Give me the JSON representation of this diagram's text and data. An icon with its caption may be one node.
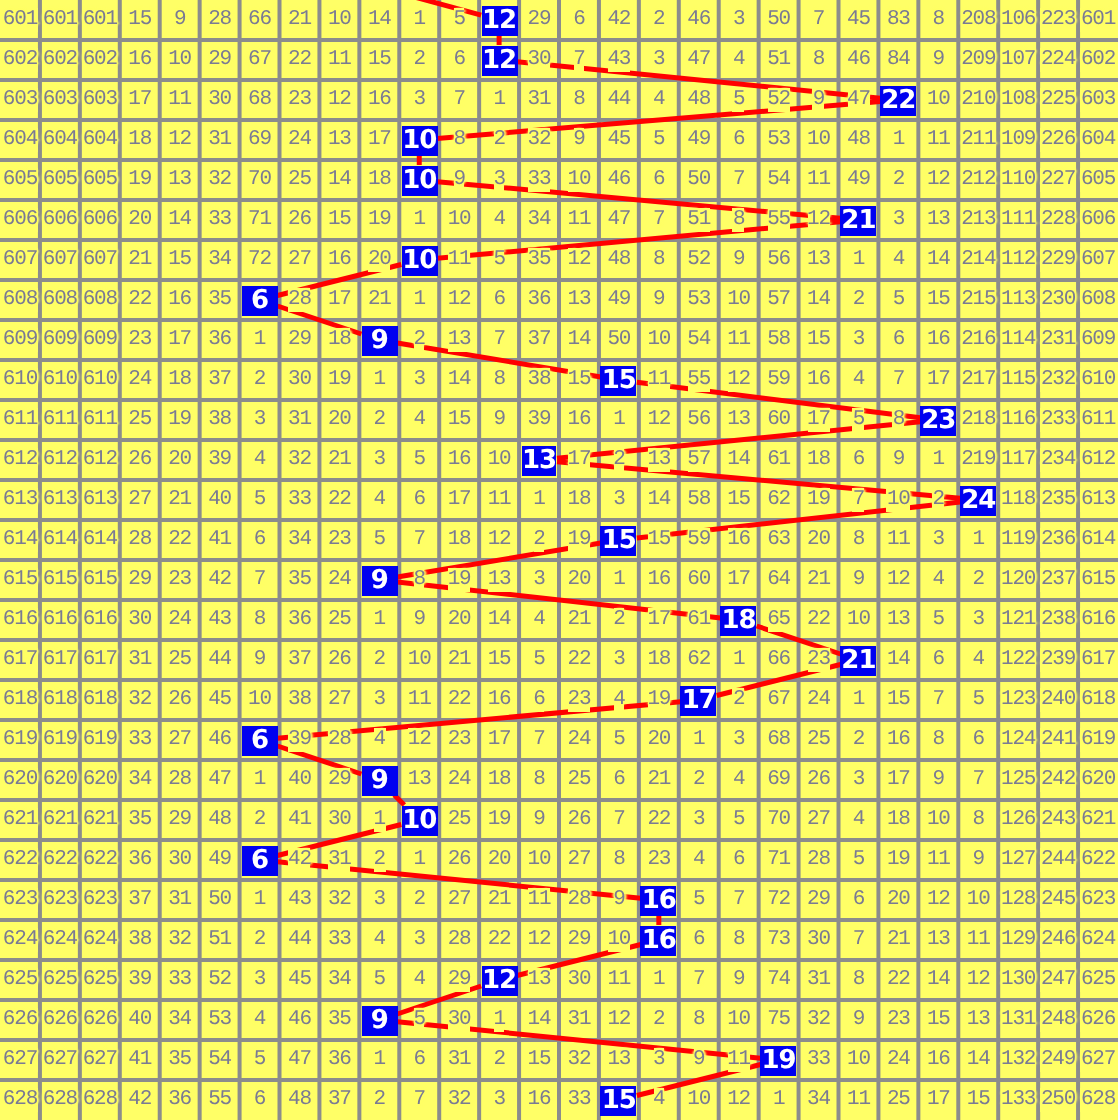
{
  "diagram": {
    "nodes": [
      {
        "text": [
          "12"
        ]
      },
      {
        "text": [
          "12"
        ]
      },
      {
        "text": [
          "22"
        ]
      },
      {
        "text": [
          "10"
        ]
      },
      {
        "text": [
          "10"
        ]
      },
      {
        "text": [
          "21"
        ]
      },
      {
        "text": [
          "10"
        ]
      },
      {
        "text": [
          "6"
        ]
      },
      {
        "text": [
          "9"
        ]
      },
      {
        "text": [
          "15"
        ]
      },
      {
        "text": [
          "23"
        ]
      },
      {
        "text": [
          "13"
        ]
      },
      {
        "text": [
          "24"
        ]
      },
      {
        "text": [
          "15"
        ]
      },
      {
        "text": [
          "9"
        ]
      },
      {
        "text": [
          "18"
        ]
      },
      {
        "text": [
          "21"
        ]
      },
      {
        "text": [
          "17"
        ]
      },
      {
        "text": [
          "6"
        ]
      },
      {
        "text": [
          "9"
        ]
      },
      {
        "text": [
          "10"
        ]
      },
      {
        "text": [
          "6"
        ]
      },
      {
        "text": [
          "16"
        ]
      },
      {
        "text": [
          "16"
        ]
      },
      {
        "text": [
          "12"
        ]
      },
      {
        "text": [
          "9"
        ]
      },
      {
        "text": [
          "19"
        ]
      },
      {
        "text": [
          "15"
        ]
      }
    ],
    "edges": [
      {
        "from": null,
        "to": 0,
        "arrow": "none"
      },
      {
        "from": 0,
        "to": 1,
        "arrow": "none"
      },
      {
        "from": 1,
        "to": 2,
        "arrow": "none"
      },
      {
        "from": 2,
        "to": 3,
        "arrow": "none"
      },
      {
        "from": 3,
        "to": 4,
        "arrow": "none"
      },
      {
        "from": 4,
        "to": 5,
        "arrow": "none"
      },
      {
        "from": 5,
        "to": 6,
        "arrow": "none"
      },
      {
        "from": 6,
        "to": 7,
        "arrow": "none"
      },
      {
        "from": 7,
        "to": 8,
        "arrow": "none"
      },
      {
        "from": 8,
        "to": 9,
        "arrow": "none"
      },
      {
        "from": 9,
        "to": 10,
        "arrow": "none"
      },
      {
        "from": 10,
        "to": 11,
        "arrow": "none"
      },
      {
        "from": 11,
        "to": 12,
        "arrow": "none"
      },
      {
        "from": 12,
        "to": 13,
        "arrow": "none"
      },
      {
        "from": 13,
        "to": 14,
        "arrow": "none"
      },
      {
        "from": 14,
        "to": 15,
        "arrow": "none"
      },
      {
        "from": 15,
        "to": 16,
        "arrow": "none"
      },
      {
        "from": 16,
        "to": 17,
        "arrow": "none"
      },
      {
        "from": 17,
        "to": 18,
        "arrow": "none"
      },
      {
        "from": 18,
        "to": 19,
        "arrow": "none"
      },
      {
        "from": 19,
        "to": 20,
        "arrow": "none"
      },
      {
        "from": 20,
        "to": 21,
        "arrow": "none"
      },
      {
        "from": 21,
        "to": 22,
        "arrow": "none"
      },
      {
        "from": 22,
        "to": 23,
        "arrow": "none"
      },
      {
        "from": 23,
        "to": 24,
        "arrow": "none"
      },
      {
        "from": 24,
        "to": 25,
        "arrow": "none"
      },
      {
        "from": 25,
        "to": 26,
        "arrow": "none"
      },
      {
        "from": 26,
        "to": 27,
        "arrow": "none"
      }
    ],
    "labels": [
      "601",
      "601",
      "601",
      "15",
      "9",
      "28",
      "66",
      "21",
      "10",
      "14",
      "1",
      "5",
      "29",
      "6",
      "42",
      "2",
      "46",
      "3",
      "50",
      "7",
      "45",
      "83",
      "8",
      "208",
      "106",
      "223",
      "601",
      "602",
      "602",
      "602",
      "16",
      "10",
      "29",
      "67",
      "22",
      "11",
      "15",
      "2",
      "6",
      "30",
      "7",
      "43",
      "3",
      "47",
      "4",
      "51",
      "8",
      "46",
      "84",
      "9",
      "209",
      "107",
      "224",
      "602",
      "603",
      "603",
      "603",
      "17",
      "11",
      "30",
      "68",
      "23",
      "12",
      "16",
      "3",
      "7",
      "1",
      "31",
      "8",
      "44",
      "4",
      "48",
      "5",
      "52",
      "9",
      "47",
      "10",
      "210",
      "108",
      "225",
      "603",
      "604",
      "604",
      "604",
      "18",
      "12",
      "31",
      "69",
      "24",
      "13",
      "17",
      "8",
      "2",
      "32",
      "9",
      "45",
      "5",
      "49",
      "6",
      "53",
      "10",
      "48",
      "1",
      "11",
      "211",
      "109",
      "226",
      "604",
      "605",
      "605",
      "605",
      "19",
      "13",
      "32",
      "70",
      "25",
      "14",
      "18",
      "9",
      "3",
      "33",
      "10",
      "46",
      "6",
      "50",
      "7",
      "54",
      "11",
      "49",
      "2",
      "12",
      "212",
      "110",
      "227",
      "605",
      "606",
      "606",
      "606",
      "20",
      "14",
      "33",
      "71",
      "26",
      "15",
      "19",
      "1",
      "10",
      "4",
      "34",
      "11",
      "47",
      "7",
      "51",
      "8",
      "55",
      "12",
      "3",
      "13",
      "213",
      "111",
      "228",
      "606",
      "607",
      "607",
      "607",
      "21",
      "15",
      "34",
      "72",
      "27",
      "16",
      "20",
      "11",
      "5",
      "35",
      "12",
      "48",
      "8",
      "52",
      "9",
      "56",
      "13",
      "1",
      "4",
      "14",
      "214",
      "112",
      "229",
      "607",
      "608",
      "608",
      "608",
      "22",
      "16",
      "35",
      "28",
      "17",
      "21",
      "1",
      "12",
      "6",
      "36",
      "13",
      "49",
      "9",
      "53",
      "10",
      "57",
      "14",
      "2",
      "5",
      "15",
      "215",
      "113",
      "230",
      "608",
      "609",
      "609",
      "609",
      "23",
      "17",
      "36",
      "1",
      "29",
      "18",
      "2",
      "13",
      "7",
      "37",
      "14",
      "50",
      "10",
      "54",
      "11",
      "58",
      "15",
      "3",
      "6",
      "16",
      "216",
      "114",
      "231",
      "609",
      "610",
      "610",
      "610",
      "24",
      "18",
      "37",
      "2",
      "30",
      "19",
      "1",
      "3",
      "14",
      "8",
      "38",
      "15",
      "11",
      "55",
      "12",
      "59",
      "16",
      "4",
      "7",
      "17",
      "217",
      "115",
      "232",
      "610",
      "611",
      "611",
      "611",
      "25",
      "19",
      "38",
      "3",
      "31",
      "20",
      "2",
      "4",
      "15",
      "9",
      "39",
      "16",
      "1",
      "12",
      "56",
      "13",
      "60",
      "17",
      "5",
      "8",
      "218",
      "116",
      "233",
      "611",
      "612",
      "612",
      "612",
      "26",
      "20",
      "39",
      "4",
      "32",
      "21",
      "3",
      "5",
      "16",
      "10",
      "17",
      "2",
      "13",
      "57",
      "14",
      "61",
      "18",
      "6",
      "9",
      "1",
      "219",
      "117",
      "234",
      "612",
      "613",
      "613",
      "613",
      "27",
      "21",
      "40",
      "5",
      "33",
      "22",
      "4",
      "6",
      "17",
      "11",
      "1",
      "18",
      "3",
      "14",
      "58",
      "15",
      "62",
      "19",
      "7",
      "10",
      "2",
      "118",
      "235",
      "613",
      "614",
      "614",
      "614",
      "28",
      "22",
      "41",
      "6",
      "34",
      "23",
      "5",
      "7",
      "18",
      "12",
      "2",
      "19",
      "15",
      "59",
      "16",
      "63",
      "20",
      "8",
      "11",
      "3",
      "1",
      "119",
      "236",
      "614",
      "615",
      "615",
      "615",
      "29",
      "23",
      "42",
      "7",
      "35",
      "24",
      "8",
      "19",
      "13",
      "3",
      "20",
      "1",
      "16",
      "60",
      "17",
      "64",
      "21",
      "9",
      "12",
      "4",
      "2",
      "120",
      "237",
      "615",
      "616",
      "616",
      "616",
      "30",
      "24",
      "43",
      "8",
      "36",
      "25",
      "1",
      "9",
      "20",
      "14",
      "4",
      "21",
      "2",
      "17",
      "61",
      "65",
      "22",
      "10",
      "13",
      "5",
      "3",
      "121",
      "238",
      "616",
      "617",
      "617",
      "617",
      "31",
      "25",
      "44",
      "9",
      "37",
      "26",
      "2",
      "10",
      "21",
      "15",
      "5",
      "22",
      "3",
      "18",
      "62",
      "1",
      "66",
      "23",
      "14",
      "6",
      "4",
      "122",
      "239",
      "617",
      "618",
      "618",
      "618",
      "32",
      "26",
      "45",
      "10",
      "38",
      "27",
      "3",
      "11",
      "22",
      "16",
      "6",
      "23",
      "4",
      "19",
      "2",
      "67",
      "24",
      "1",
      "15",
      "7",
      "5",
      "123",
      "240",
      "618",
      "619",
      "619",
      "619",
      "33",
      "27",
      "46",
      "39",
      "28",
      "4",
      "12",
      "23",
      "17",
      "7",
      "24",
      "5",
      "20",
      "1",
      "3",
      "68",
      "25",
      "2",
      "16",
      "8",
      "6",
      "124",
      "241",
      "619",
      "620",
      "620",
      "620",
      "34",
      "28",
      "47",
      "1",
      "40",
      "29",
      "13",
      "24",
      "18",
      "8",
      "25",
      "6",
      "21",
      "2",
      "4",
      "69",
      "26",
      "3",
      "17",
      "9",
      "7",
      "125",
      "242",
      "620",
      "621",
      "621",
      "621",
      "35",
      "29",
      "48",
      "2",
      "41",
      "30",
      "1",
      "25",
      "19",
      "9",
      "26",
      "7",
      "22",
      "3",
      "5",
      "70",
      "27",
      "4",
      "18",
      "10",
      "8",
      "126",
      "243",
      "621",
      "622",
      "622",
      "622",
      "36",
      "30",
      "49",
      "42",
      "31",
      "2",
      "1",
      "26",
      "20",
      "10",
      "27",
      "8",
      "23",
      "4",
      "6",
      "71",
      "28",
      "5",
      "19",
      "11",
      "9",
      "127",
      "244",
      "622",
      "623",
      "623",
      "623",
      "37",
      "31",
      "50",
      "1",
      "43",
      "32",
      "3",
      "2",
      "27",
      "21",
      "11",
      "28",
      "9",
      "5",
      "7",
      "72",
      "29",
      "6",
      "20",
      "12",
      "10",
      "128",
      "245",
      "623",
      "624",
      "624",
      "624",
      "38",
      "32",
      "51",
      "2",
      "44",
      "33",
      "4",
      "3",
      "28",
      "22",
      "12",
      "29",
      "10",
      "6",
      "8",
      "73",
      "30",
      "7",
      "21",
      "13",
      "11",
      "129",
      "246",
      "624",
      "625",
      "625",
      "625",
      "39",
      "33",
      "52",
      "3",
      "45",
      "34",
      "5",
      "4",
      "29",
      "13",
      "30",
      "11",
      "1",
      "7",
      "9",
      "74",
      "31",
      "8",
      "22",
      "14",
      "12",
      "130",
      "247",
      "625",
      "626",
      "626",
      "626",
      "40",
      "34",
      "53",
      "4",
      "46",
      "35",
      "5",
      "30",
      "1",
      "14",
      "31",
      "12",
      "2",
      "8",
      "10",
      "75",
      "32",
      "9",
      "23",
      "15",
      "13",
      "131",
      "248",
      "626",
      "627",
      "627",
      "627",
      "41",
      "35",
      "54",
      "5",
      "47",
      "36",
      "1",
      "6",
      "31",
      "2",
      "15",
      "32",
      "13",
      "3",
      "9",
      "11",
      "33",
      "10",
      "24",
      "16",
      "14",
      "132",
      "249",
      "627",
      "628",
      "628",
      "628",
      "42",
      "36",
      "55",
      "6",
      "48",
      "37",
      "2",
      "7",
      "32",
      "3",
      "16",
      "33",
      "4",
      "10",
      "12",
      "1",
      "34",
      "11",
      "25",
      "17",
      "15",
      "133",
      "250",
      "628"
    ]
  }
}
